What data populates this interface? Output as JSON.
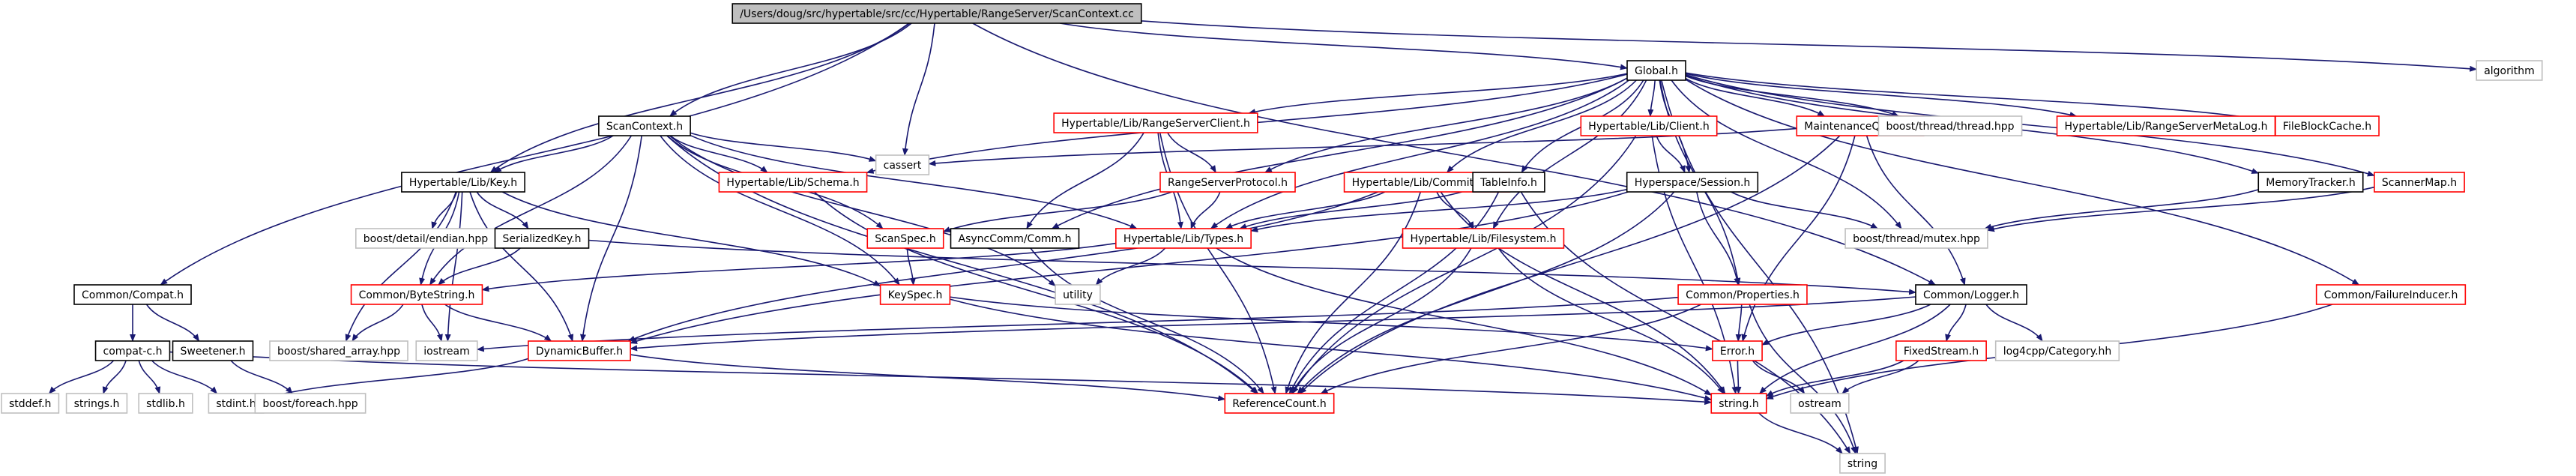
{
  "colors": {
    "root_fill": "#bfbfbf",
    "root_border": "#000000",
    "documented_border": "#000000",
    "undocumented_border": "#ff0000",
    "external_border": "#bfbfbf",
    "edge": "#191970",
    "text": "#000000"
  },
  "nodes": [
    {
      "id": "root",
      "label": "/Users/doug/src/hypertable/src/cc/Hypertable/RangeServer/ScanContext.cc",
      "kind": "root"
    },
    {
      "id": "global",
      "label": "Global.h",
      "kind": "documented"
    },
    {
      "id": "algorithm",
      "label": "algorithm",
      "kind": "external"
    },
    {
      "id": "scancontext_h",
      "label": "ScanContext.h",
      "kind": "documented"
    },
    {
      "id": "rsclient",
      "label": "Hypertable/Lib/RangeServerClient.h",
      "kind": "undocumented"
    },
    {
      "id": "client",
      "label": "Hypertable/Lib/Client.h",
      "kind": "undocumented"
    },
    {
      "id": "maintq",
      "label": "MaintenanceQueue.h",
      "kind": "undocumented"
    },
    {
      "id": "thread",
      "label": "boost/thread/thread.hpp",
      "kind": "external"
    },
    {
      "id": "rsmetalog",
      "label": "Hypertable/Lib/RangeServerMetaLog.h",
      "kind": "undocumented"
    },
    {
      "id": "fbcache",
      "label": "FileBlockCache.h",
      "kind": "undocumented"
    },
    {
      "id": "cassert",
      "label": "cassert",
      "kind": "external"
    },
    {
      "id": "key",
      "label": "Hypertable/Lib/Key.h",
      "kind": "documented"
    },
    {
      "id": "schema",
      "label": "Hypertable/Lib/Schema.h",
      "kind": "undocumented"
    },
    {
      "id": "rsprotocol",
      "label": "RangeServerProtocol.h",
      "kind": "undocumented"
    },
    {
      "id": "commitlog",
      "label": "Hypertable/Lib/CommitLog.h",
      "kind": "undocumented"
    },
    {
      "id": "tableinfo",
      "label": "TableInfo.h",
      "kind": "documented"
    },
    {
      "id": "session",
      "label": "Hyperspace/Session.h",
      "kind": "documented"
    },
    {
      "id": "memtracker",
      "label": "MemoryTracker.h",
      "kind": "documented"
    },
    {
      "id": "scannermap",
      "label": "ScannerMap.h",
      "kind": "undocumented"
    },
    {
      "id": "endian",
      "label": "boost/detail/endian.hpp",
      "kind": "external"
    },
    {
      "id": "serkey",
      "label": "SerializedKey.h",
      "kind": "documented"
    },
    {
      "id": "scanspec",
      "label": "ScanSpec.h",
      "kind": "undocumented"
    },
    {
      "id": "asynccomm",
      "label": "AsyncComm/Comm.h",
      "kind": "documented"
    },
    {
      "id": "types",
      "label": "Hypertable/Lib/Types.h",
      "kind": "undocumented"
    },
    {
      "id": "filesystem",
      "label": "Hypertable/Lib/Filesystem.h",
      "kind": "undocumented"
    },
    {
      "id": "mutex",
      "label": "boost/thread/mutex.hpp",
      "kind": "external"
    },
    {
      "id": "compat",
      "label": "Common/Compat.h",
      "kind": "documented"
    },
    {
      "id": "bytestring",
      "label": "Common/ByteString.h",
      "kind": "undocumented"
    },
    {
      "id": "keyspec",
      "label": "KeySpec.h",
      "kind": "undocumented"
    },
    {
      "id": "utility",
      "label": "utility",
      "kind": "external"
    },
    {
      "id": "properties",
      "label": "Common/Properties.h",
      "kind": "undocumented"
    },
    {
      "id": "logger",
      "label": "Common/Logger.h",
      "kind": "documented"
    },
    {
      "id": "failinducer",
      "label": "Common/FailureInducer.h",
      "kind": "undocumented"
    },
    {
      "id": "compatc",
      "label": "compat-c.h",
      "kind": "documented"
    },
    {
      "id": "sweetener",
      "label": "Sweetener.h",
      "kind": "documented"
    },
    {
      "id": "sharedarray",
      "label": "boost/shared_array.hpp",
      "kind": "external"
    },
    {
      "id": "iostream",
      "label": "iostream",
      "kind": "external"
    },
    {
      "id": "dynbuf",
      "label": "DynamicBuffer.h",
      "kind": "undocumented"
    },
    {
      "id": "error",
      "label": "Error.h",
      "kind": "undocumented"
    },
    {
      "id": "fixedstream",
      "label": "FixedStream.h",
      "kind": "undocumented"
    },
    {
      "id": "log4cpp",
      "label": "log4cpp/Category.hh",
      "kind": "external"
    },
    {
      "id": "stddef",
      "label": "stddef.h",
      "kind": "external"
    },
    {
      "id": "strings",
      "label": "strings.h",
      "kind": "external"
    },
    {
      "id": "stdlib",
      "label": "stdlib.h",
      "kind": "external"
    },
    {
      "id": "stdint",
      "label": "stdint.h",
      "kind": "external"
    },
    {
      "id": "foreach",
      "label": "boost/foreach.hpp",
      "kind": "external"
    },
    {
      "id": "refcount",
      "label": "ReferenceCount.h",
      "kind": "undocumented"
    },
    {
      "id": "stringh",
      "label": "string.h",
      "kind": "undocumented"
    },
    {
      "id": "ostream",
      "label": "ostream",
      "kind": "external"
    },
    {
      "id": "string",
      "label": "string",
      "kind": "external"
    }
  ],
  "edges": [
    [
      "root",
      "global"
    ],
    [
      "root",
      "algorithm"
    ],
    [
      "root",
      "scancontext_h"
    ],
    [
      "root",
      "cassert"
    ],
    [
      "root",
      "key"
    ],
    [
      "root",
      "compat"
    ],
    [
      "root",
      "logger"
    ],
    [
      "global",
      "rsclient"
    ],
    [
      "global",
      "client"
    ],
    [
      "global",
      "maintq"
    ],
    [
      "global",
      "thread"
    ],
    [
      "global",
      "rsmetalog"
    ],
    [
      "global",
      "fbcache"
    ],
    [
      "global",
      "schema"
    ],
    [
      "global",
      "rsprotocol"
    ],
    [
      "global",
      "commitlog"
    ],
    [
      "global",
      "tableinfo"
    ],
    [
      "global",
      "session"
    ],
    [
      "global",
      "memtracker"
    ],
    [
      "global",
      "scannermap"
    ],
    [
      "global",
      "asynccomm"
    ],
    [
      "global",
      "types"
    ],
    [
      "global",
      "filesystem"
    ],
    [
      "global",
      "mutex"
    ],
    [
      "global",
      "properties"
    ],
    [
      "global",
      "failinducer"
    ],
    [
      "global",
      "string"
    ],
    [
      "scancontext_h",
      "key"
    ],
    [
      "scancontext_h",
      "schema"
    ],
    [
      "scancontext_h",
      "cassert"
    ],
    [
      "scancontext_h",
      "scanspec"
    ],
    [
      "scancontext_h",
      "types"
    ],
    [
      "scancontext_h",
      "bytestring"
    ],
    [
      "scancontext_h",
      "keyspec"
    ],
    [
      "scancontext_h",
      "utility"
    ],
    [
      "scancontext_h",
      "dynbuf"
    ],
    [
      "scancontext_h",
      "refcount"
    ],
    [
      "rsclient",
      "rsprotocol"
    ],
    [
      "rsclient",
      "asynccomm"
    ],
    [
      "rsclient",
      "types"
    ],
    [
      "rsclient",
      "refcount"
    ],
    [
      "client",
      "session"
    ],
    [
      "client",
      "refcount"
    ],
    [
      "client",
      "stringh"
    ],
    [
      "maintq",
      "logger"
    ],
    [
      "maintq",
      "cassert"
    ],
    [
      "maintq",
      "refcount"
    ],
    [
      "maintq",
      "error"
    ],
    [
      "key",
      "endian"
    ],
    [
      "key",
      "serkey"
    ],
    [
      "key",
      "bytestring"
    ],
    [
      "key",
      "sharedarray"
    ],
    [
      "key",
      "iostream"
    ],
    [
      "key",
      "dynbuf"
    ],
    [
      "key",
      "keyspec"
    ],
    [
      "schema",
      "refcount"
    ],
    [
      "rsprotocol",
      "types"
    ],
    [
      "rsprotocol",
      "scanspec"
    ],
    [
      "commitlog",
      "types"
    ],
    [
      "commitlog",
      "filesystem"
    ],
    [
      "commitlog",
      "refcount"
    ],
    [
      "commitlog",
      "stringh"
    ],
    [
      "commitlog",
      "dynbuf"
    ],
    [
      "tableinfo",
      "types"
    ],
    [
      "tableinfo",
      "refcount"
    ],
    [
      "tableinfo",
      "string"
    ],
    [
      "session",
      "types"
    ],
    [
      "session",
      "properties"
    ],
    [
      "session",
      "mutex"
    ],
    [
      "session",
      "refcount"
    ],
    [
      "session",
      "dynbuf"
    ],
    [
      "memtracker",
      "mutex"
    ],
    [
      "scannermap",
      "mutex"
    ],
    [
      "serkey",
      "bytestring"
    ],
    [
      "serkey",
      "logger"
    ],
    [
      "scanspec",
      "keyspec"
    ],
    [
      "asynccomm",
      "refcount"
    ],
    [
      "types",
      "bytestring"
    ],
    [
      "types",
      "utility"
    ],
    [
      "types",
      "stringh"
    ],
    [
      "filesystem",
      "refcount"
    ],
    [
      "filesystem",
      "stringh"
    ],
    [
      "compat",
      "compatc"
    ],
    [
      "compat",
      "sweetener"
    ],
    [
      "bytestring",
      "dynbuf"
    ],
    [
      "bytestring",
      "sharedarray"
    ],
    [
      "bytestring",
      "iostream"
    ],
    [
      "keyspec",
      "error"
    ],
    [
      "keyspec",
      "stringh"
    ],
    [
      "properties",
      "error"
    ],
    [
      "properties",
      "refcount"
    ],
    [
      "properties",
      "iostream"
    ],
    [
      "properties",
      "string"
    ],
    [
      "logger",
      "error"
    ],
    [
      "logger",
      "fixedstream"
    ],
    [
      "logger",
      "log4cpp"
    ],
    [
      "logger",
      "stringh"
    ],
    [
      "logger",
      "dynbuf"
    ],
    [
      "failinducer",
      "stringh"
    ],
    [
      "compatc",
      "stddef"
    ],
    [
      "compatc",
      "strings"
    ],
    [
      "compatc",
      "stdlib"
    ],
    [
      "compatc",
      "stdint"
    ],
    [
      "compatc",
      "stringh"
    ],
    [
      "sweetener",
      "foreach"
    ],
    [
      "dynbuf",
      "stdint"
    ],
    [
      "dynbuf",
      "refcount"
    ],
    [
      "error",
      "stringh"
    ],
    [
      "error",
      "ostream"
    ],
    [
      "fixedstream",
      "stringh"
    ],
    [
      "fixedstream",
      "ostream"
    ],
    [
      "stringh",
      "string"
    ]
  ]
}
